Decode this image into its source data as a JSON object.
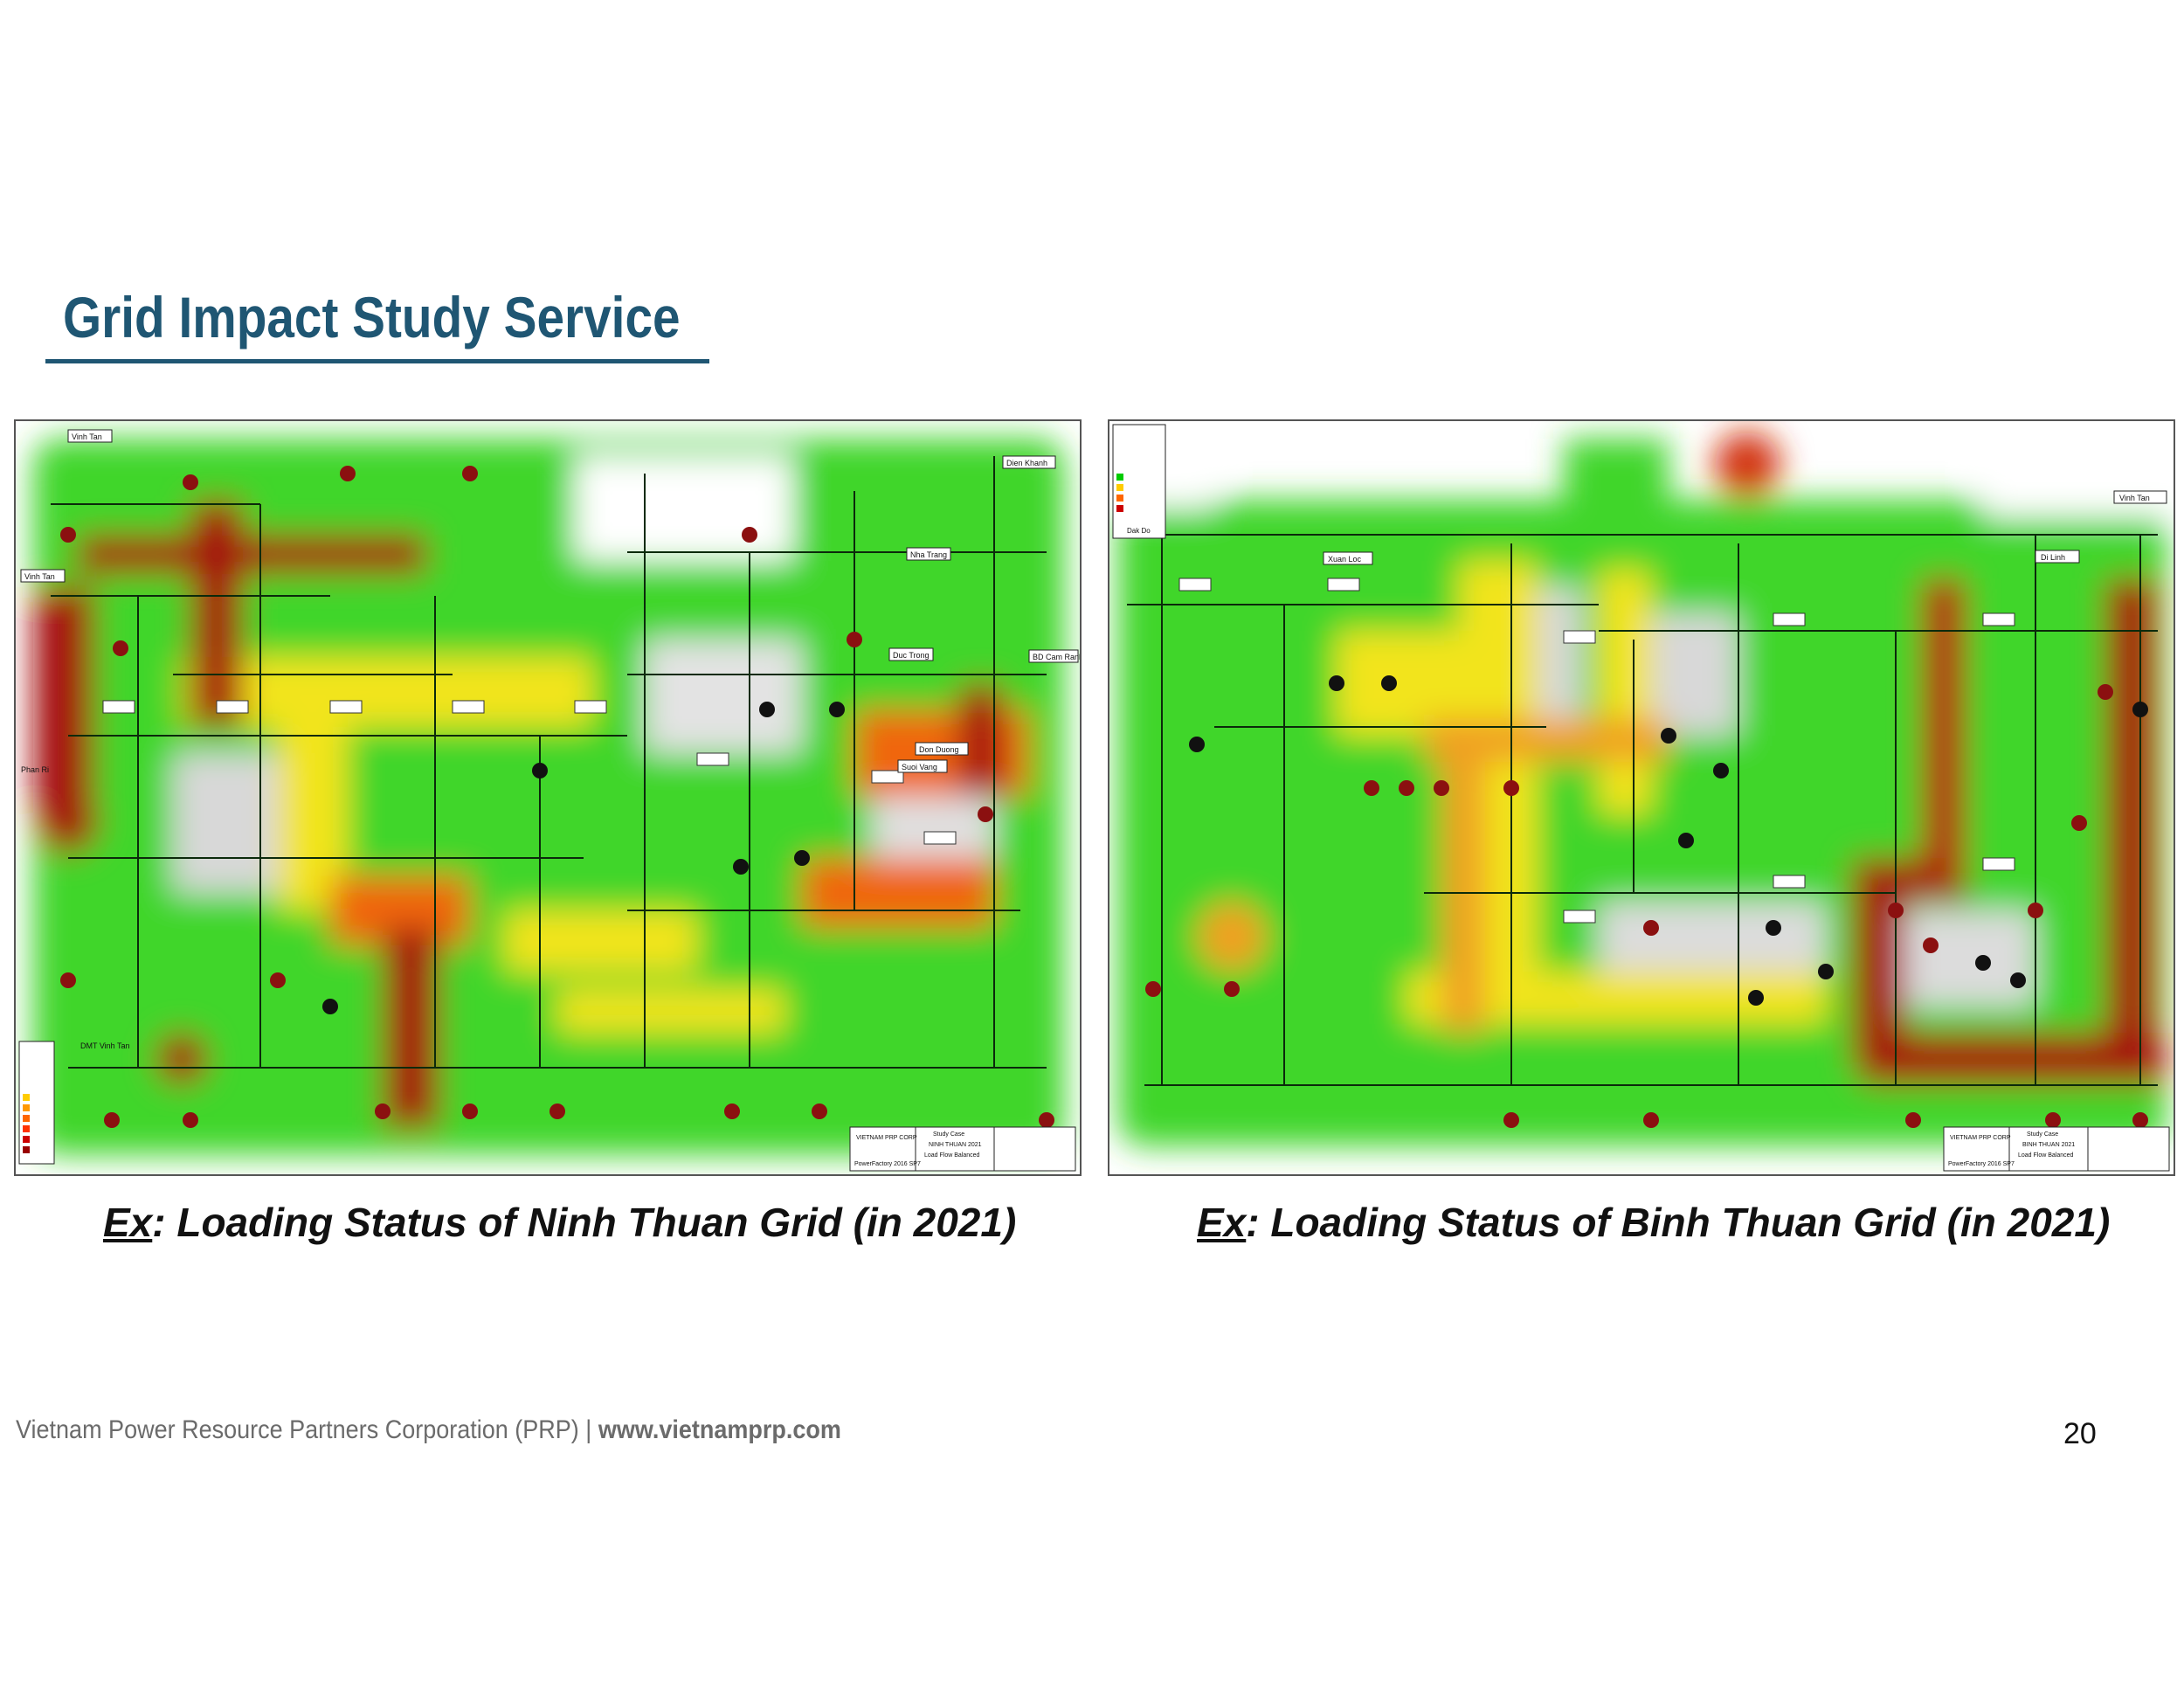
{
  "slide": {
    "title": "Grid Impact Study Service",
    "page_number": "20"
  },
  "figures": [
    {
      "caption_prefix": "Ex",
      "caption_rest": ": Loading Status of Ninh Thuan Grid (in 2021)",
      "place_labels": [
        "Vinh Tan",
        "Vinh Tan",
        "Dien Khanh",
        "Nha Trang",
        "Duc Trong",
        "BD Cam Ranh",
        "Don Duong",
        "Suoi Vang",
        "Phan Ri",
        "DMT Vinh Tan"
      ],
      "title_block": [
        "VIETNAM PRP CORP",
        "Study Case",
        "NINH THUAN 2021",
        "Load Flow Balanced",
        "PowerFactory 2016 SP7"
      ]
    },
    {
      "caption_prefix": "Ex",
      "caption_rest": ": Loading Status of Binh Thuan Grid (in 2021)",
      "place_labels": [
        "Xuan Loc",
        "Vinh Tan",
        "Di Linh",
        "Dak Do"
      ],
      "title_block": [
        "VIETNAM PRP CORP",
        "Study Case",
        "BINH THUAN 2021",
        "Load Flow Balanced",
        "PowerFactory 2016 SP7"
      ]
    }
  ],
  "footer": {
    "company": "Vietnam Power Resource Partners Corporation (PRP)",
    "separator": "|",
    "url": "www.vietnamprp.com"
  },
  "heatmap_colors": {
    "low": "#3fd92a",
    "mid": "#f0e21c",
    "high": "#ee6a12",
    "overload": "#a80f0f",
    "idle": "#d9d9d9"
  }
}
